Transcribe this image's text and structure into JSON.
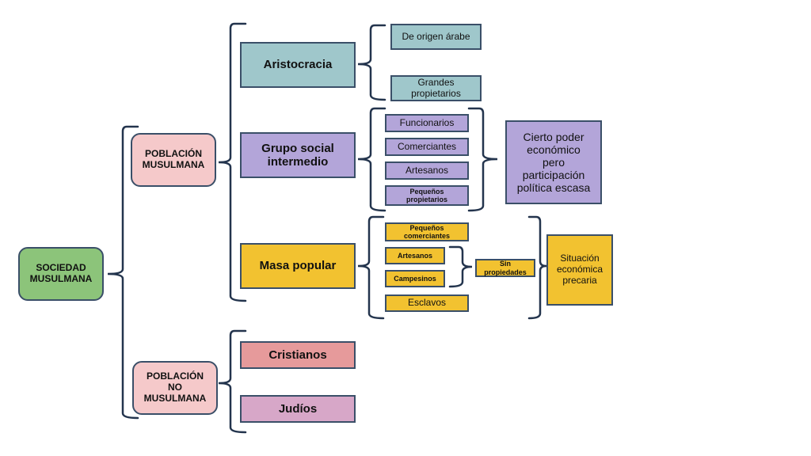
{
  "root": {
    "label": "SOCIEDAD\nMUSULMANA",
    "color": "#8cc47a"
  },
  "groups": {
    "musulmana": {
      "label": "POBLACIÓN\nMUSULMANA"
    },
    "no_musulmana": {
      "label": "POBLACIÓN\nNO\nMUSULMANA"
    }
  },
  "classes": {
    "aristocracia": {
      "label": "Aristocracia",
      "items": [
        "De origen árabe",
        "Grandes\npropietarios"
      ]
    },
    "intermedio": {
      "label": "Grupo social\nintermedio",
      "items": [
        "Funcionarios",
        "Comerciantes",
        "Artesanos",
        "Pequeños\npropietarios"
      ],
      "note": "Cierto poder\neconómico\npero\nparticipación\npolítica escasa"
    },
    "masa": {
      "label": "Masa popular",
      "items": [
        "Pequeños\ncomerciantes",
        "Artesanos",
        "Campesinos",
        "Esclavos"
      ],
      "sub_note": "Sin\npropiedades",
      "note": "Situación\neconómica\nprecaria"
    }
  },
  "minorities": [
    "Cristianos",
    "Judíos"
  ],
  "colors": {
    "teal": "#9fc7cb",
    "lavender": "#b3a5d9",
    "gold": "#f2c230",
    "pink": "#f5c9ca",
    "rose": "#e69a9b",
    "mauve": "#d7a7c8",
    "bracket": "#23344d",
    "border": "#3a4f68"
  }
}
